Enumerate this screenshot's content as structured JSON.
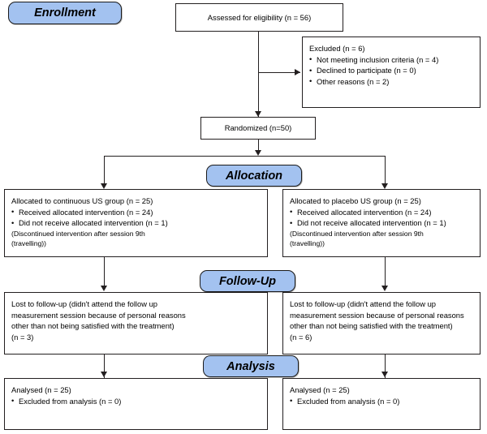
{
  "diagram": {
    "title": "CONSORT participant flow diagram",
    "accent_color": "#a3c2f0",
    "line_color": "#231f20",
    "background": "#ffffff"
  },
  "banners": {
    "enrollment": "Enrollment",
    "allocation": "Allocation",
    "followup": "Follow-Up",
    "analysis": "Analysis"
  },
  "enrollment": {
    "assessed": "Assessed for eligibility (n = 56)",
    "excluded": {
      "heading": "Excluded (n = 6)",
      "reasons": [
        "Not meeting inclusion criteria (n = 4)",
        "Declined to participate (n = 0)",
        "Other reasons (n = 2)"
      ]
    },
    "randomized": "Randomized (n=50)"
  },
  "allocation": {
    "left": {
      "heading": "Allocated to continuous US group (n = 25)",
      "bullets": [
        "Received allocated intervention (n = 24)",
        "Did not receive allocated intervention (n = 1)"
      ],
      "notes": [
        "(Discontinued intervention after session 9th",
        "(travelling))"
      ]
    },
    "right": {
      "heading": "Allocated to placebo US group (n = 25)",
      "bullets": [
        "Received allocated intervention (n = 24)",
        "Did not receive allocated intervention (n = 1)"
      ],
      "notes": [
        "(Discontinued intervention after session 9th",
        "(travelling))"
      ]
    }
  },
  "followup": {
    "left": {
      "lines": [
        "Lost to follow-up (didn't attend the follow up",
        "measurement session because of personal reasons",
        "other than not being satisfied with the treatment)",
        "(n = 3)"
      ]
    },
    "right": {
      "lines": [
        "Lost to follow-up (didn't attend the follow up",
        "measurement session because of personal reasons",
        "other than not being satisfied with the treatment)",
        "(n = 6)"
      ]
    }
  },
  "analysis": {
    "left": {
      "heading": "Analysed (n = 25)",
      "bullets": [
        "Excluded from analysis (n = 0)"
      ]
    },
    "right": {
      "heading": "Analysed (n = 25)",
      "bullets": [
        "Excluded from analysis (n = 0)"
      ]
    }
  }
}
